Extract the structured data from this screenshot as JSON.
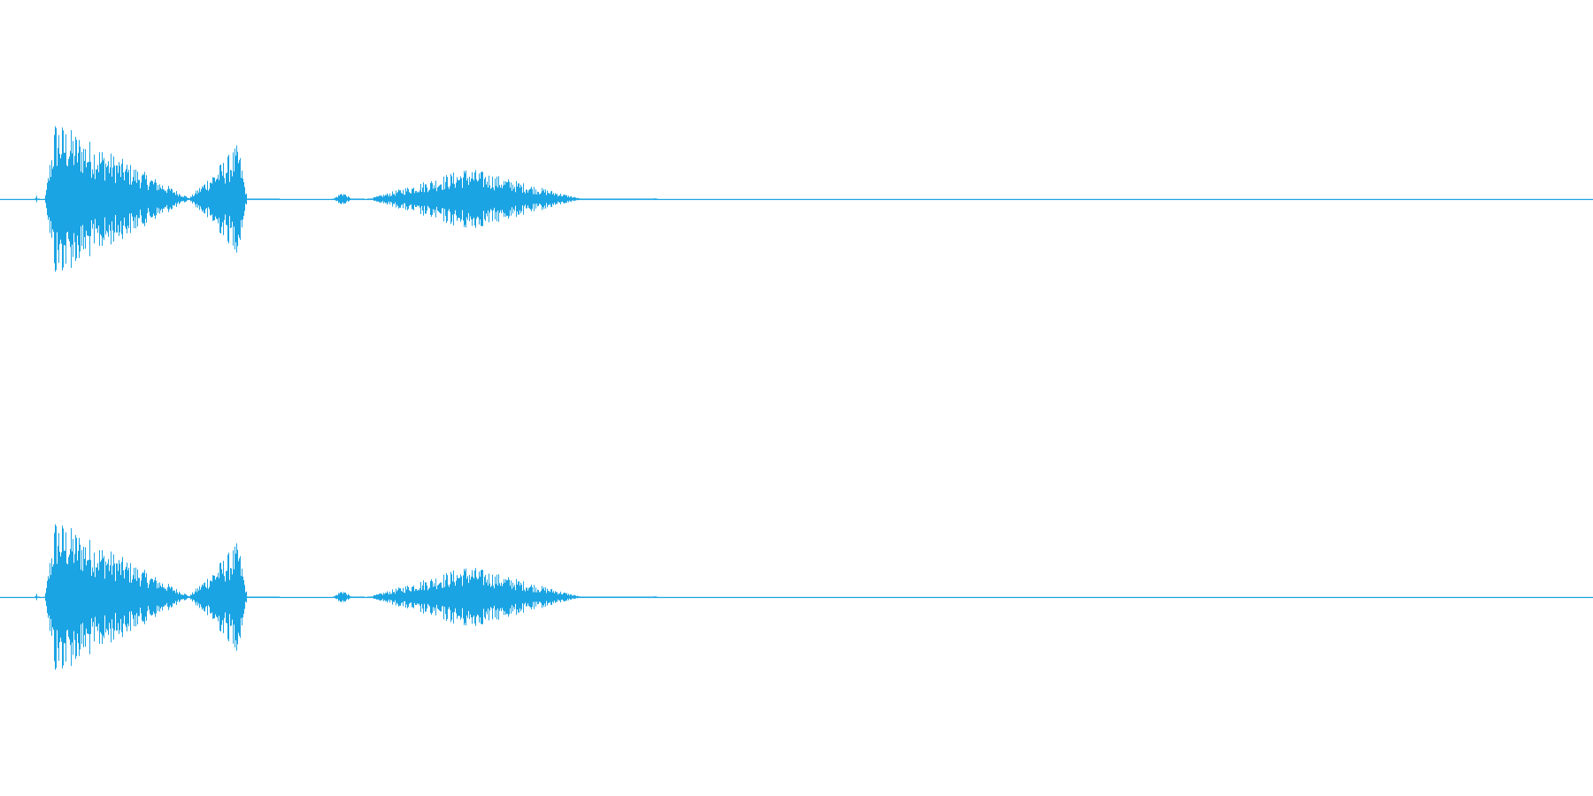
{
  "chart_data": {
    "type": "area",
    "title": "",
    "xlabel": "",
    "ylabel": "",
    "color": "#1ba4e3",
    "ylim": [
      -1,
      1
    ],
    "xlim": [
      0,
      1
    ],
    "channels": [
      {
        "segments": [
          {
            "start": 0.022,
            "end": 0.024,
            "peak": 0.03,
            "attack": 0.3,
            "release": 0.3
          },
          {
            "start": 0.028,
            "end": 0.118,
            "peak": 0.4,
            "attack": 0.07,
            "release": 0.95
          },
          {
            "start": 0.118,
            "end": 0.175,
            "peak": 0.28,
            "attack": 0.55,
            "release": 0.1
          },
          {
            "start": 0.209,
            "end": 0.228,
            "peak": 0.04,
            "attack": 0.3,
            "release": 0.3
          },
          {
            "start": 0.231,
            "end": 0.41,
            "peak": 0.16,
            "attack": 0.35,
            "release": 0.4
          },
          {
            "start": 0.41,
            "end": 0.412,
            "peak": 0.01,
            "attack": 0.5,
            "release": 0.5
          }
        ]
      },
      {
        "segments": [
          {
            "start": 0.022,
            "end": 0.024,
            "peak": 0.03,
            "attack": 0.3,
            "release": 0.3
          },
          {
            "start": 0.028,
            "end": 0.118,
            "peak": 0.4,
            "attack": 0.07,
            "release": 0.95
          },
          {
            "start": 0.118,
            "end": 0.175,
            "peak": 0.28,
            "attack": 0.55,
            "release": 0.1
          },
          {
            "start": 0.209,
            "end": 0.228,
            "peak": 0.04,
            "attack": 0.3,
            "release": 0.3
          },
          {
            "start": 0.231,
            "end": 0.41,
            "peak": 0.16,
            "attack": 0.35,
            "release": 0.4
          },
          {
            "start": 0.41,
            "end": 0.412,
            "peak": 0.01,
            "attack": 0.5,
            "release": 0.5
          }
        ]
      }
    ]
  }
}
